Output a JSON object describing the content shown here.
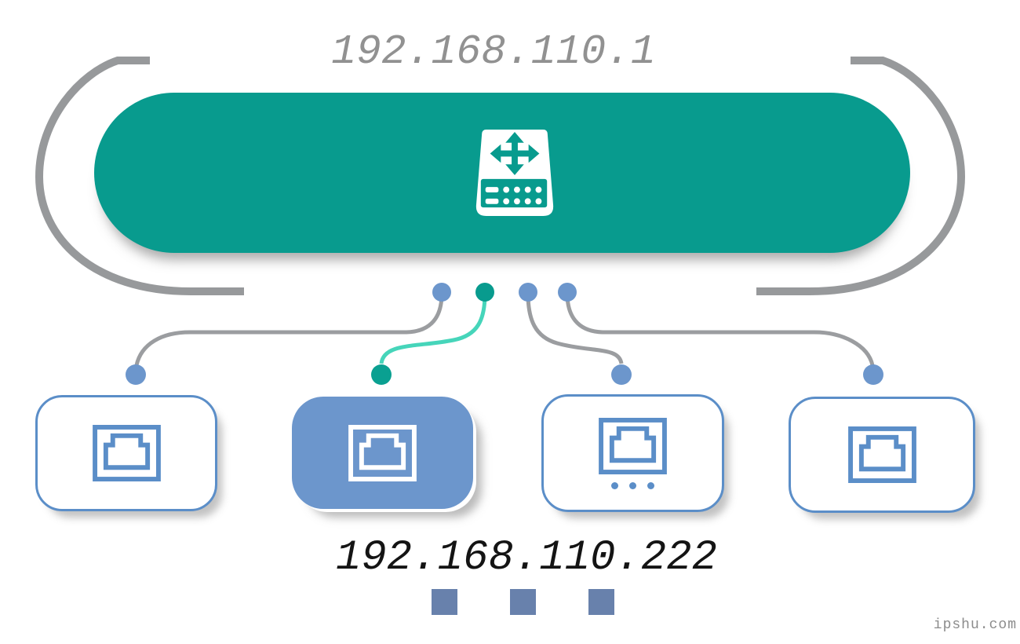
{
  "gateway": {
    "ip": "192.168.110.1",
    "icon": "network-switch-icon",
    "color": "#089b8e"
  },
  "client": {
    "ip": "192.168.110.222",
    "highlight_color": "#6c96cc"
  },
  "watermark": "ipshu.com",
  "ports": [
    {
      "index": 1,
      "color": "#6c96cc",
      "active": false
    },
    {
      "index": 2,
      "color": "#089b8e",
      "active": true
    },
    {
      "index": 3,
      "color": "#6c96cc",
      "active": false
    },
    {
      "index": 4,
      "color": "#6c96cc",
      "active": false
    }
  ],
  "endpoints": [
    {
      "index": 1,
      "color": "#6c96cc",
      "active": false
    },
    {
      "index": 2,
      "color": "#0aa091",
      "active": true
    },
    {
      "index": 3,
      "color": "#6c96cc",
      "active": false
    },
    {
      "index": 4,
      "color": "#6c96cc",
      "active": false
    }
  ],
  "links": [
    {
      "from": "port-1",
      "to": "device-1",
      "color": "#9b9da0"
    },
    {
      "from": "port-2",
      "to": "device-2",
      "color": "#46d5ba"
    },
    {
      "from": "port-3",
      "to": "device-3",
      "color": "#9b9da0"
    },
    {
      "from": "port-4",
      "to": "device-4",
      "color": "#9b9da0"
    }
  ],
  "devices": [
    {
      "index": 1,
      "icon": "ethernet-port-icon",
      "highlighted": false,
      "ellipsis": false
    },
    {
      "index": 2,
      "icon": "ethernet-port-icon",
      "highlighted": true,
      "ellipsis": false
    },
    {
      "index": 3,
      "icon": "ethernet-port-icon",
      "highlighted": false,
      "ellipsis": true
    },
    {
      "index": 4,
      "icon": "ethernet-port-icon",
      "highlighted": false,
      "ellipsis": false
    }
  ],
  "octet_squares": 3,
  "colors": {
    "teal": "#089b8e",
    "teal_line": "#46d5ba",
    "teal_endpoint": "#0aa091",
    "blue_fill": "#6c96cc",
    "blue_border": "#5b8ec8",
    "blue_square": "#6881ac",
    "arc_gray": "#97999b",
    "line_gray": "#9b9da0",
    "title_gray": "#919191",
    "text_dark": "#141414"
  }
}
